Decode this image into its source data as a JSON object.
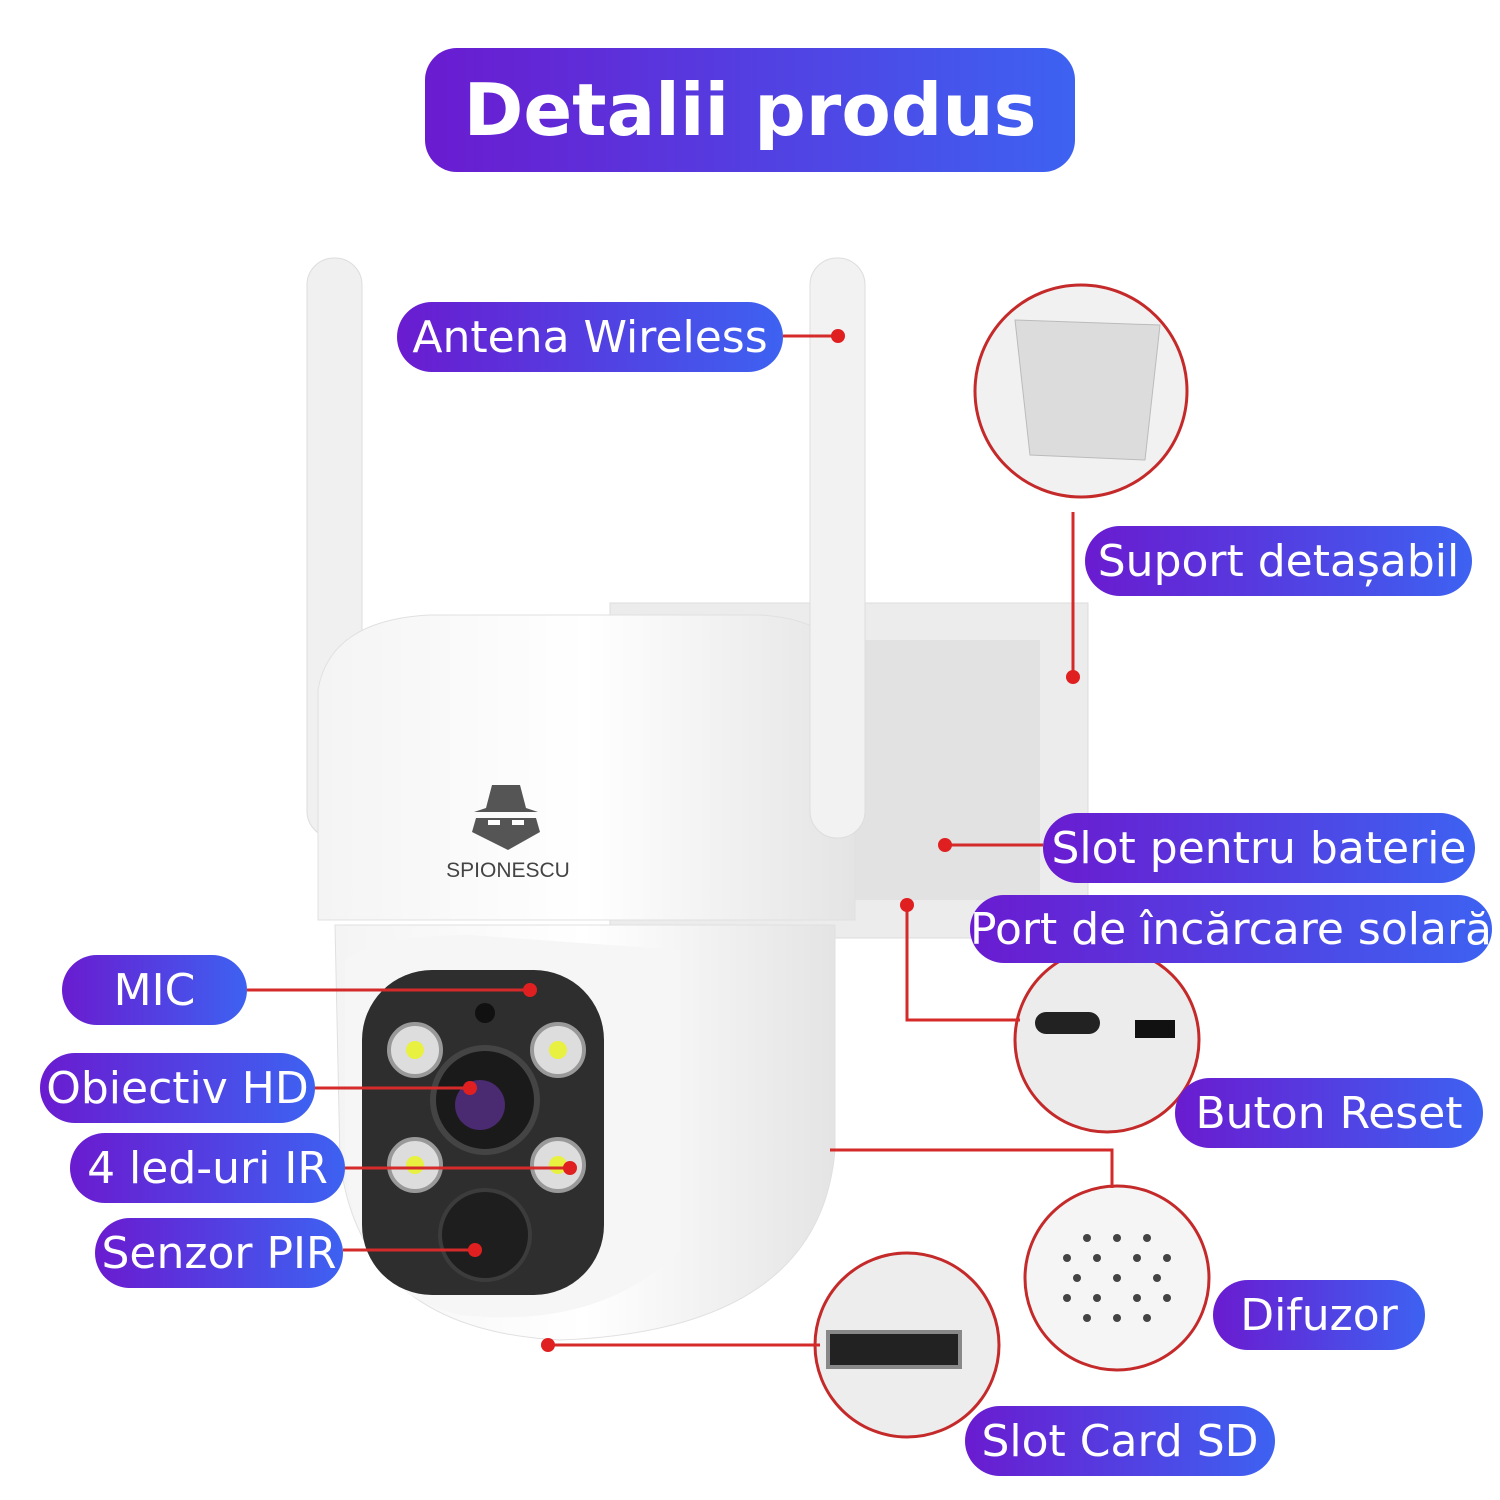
{
  "title": "Detalii produs",
  "brand": "SPIONESCU",
  "labels": {
    "antenna": "Antena Wireless",
    "mount": "Suport detașabil",
    "battery": "Slot pentru baterie",
    "solar_port": "Port de încărcare solară",
    "mic": "MIC",
    "lens": "Obiectiv HD",
    "ir_leds": "4 led-uri IR",
    "pir": "Senzor PIR",
    "reset": "Buton Reset",
    "speaker": "Difuzor",
    "sd_slot": "Slot Card SD"
  },
  "colors": {
    "accent_start": "#6a1bd0",
    "accent_end": "#3d62f2",
    "callout_line": "#d42a2a"
  }
}
